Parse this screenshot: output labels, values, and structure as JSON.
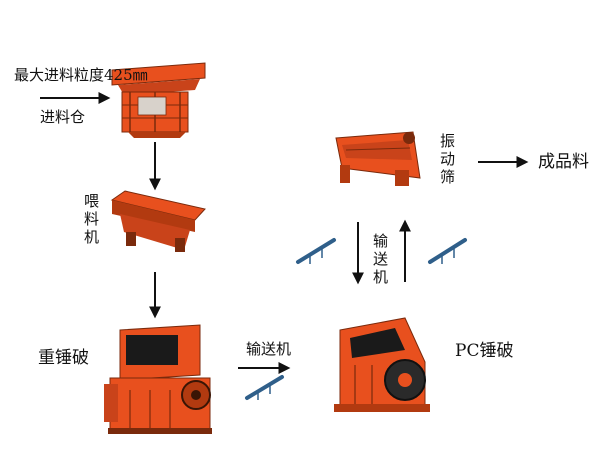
{
  "labels": {
    "max_feed": "最大进料粒度425㎜",
    "feed_bin": "进料仓",
    "feeder": "喂料机",
    "heavy_hammer": "重锤破",
    "conveyor_h": "输送机",
    "pc_hammer": "PC锤破",
    "conveyor_v": "输送机",
    "vibrating_screen": "振动筛",
    "product": "成品料"
  },
  "colors": {
    "machine": "#e8501e",
    "machine_dark": "#b23a10",
    "machine_shadow": "#7a2a0c",
    "arrow": "#111111",
    "conveyor_belt": "#2f5f8a"
  }
}
